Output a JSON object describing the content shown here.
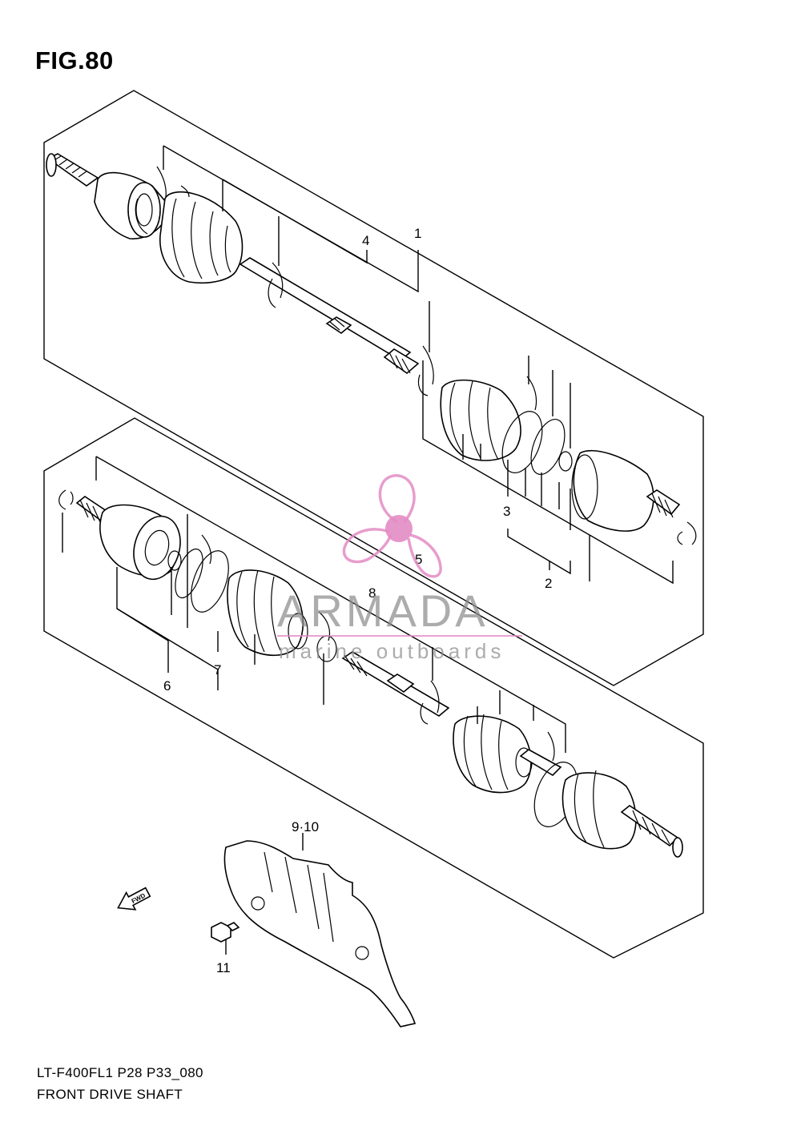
{
  "figure": {
    "title": "FIG.80",
    "model_code": "LT-F400FL1 P28 P33_080",
    "caption": "FRONT DRIVE SHAFT"
  },
  "callouts": {
    "c1": "1",
    "c2": "2",
    "c3": "3",
    "c4": "4",
    "c5": "5",
    "c6": "6",
    "c7": "7",
    "c8": "8",
    "c9_10": "9·10",
    "c11": "11"
  },
  "direction_arrow": {
    "label": "FWD"
  },
  "watermark": {
    "brand": "ARMADA",
    "tagline": "marine outboards",
    "accent_color": "#e38cc4",
    "text_color": "#8c8c8c"
  },
  "colors": {
    "line": "#000000",
    "background": "#ffffff"
  }
}
